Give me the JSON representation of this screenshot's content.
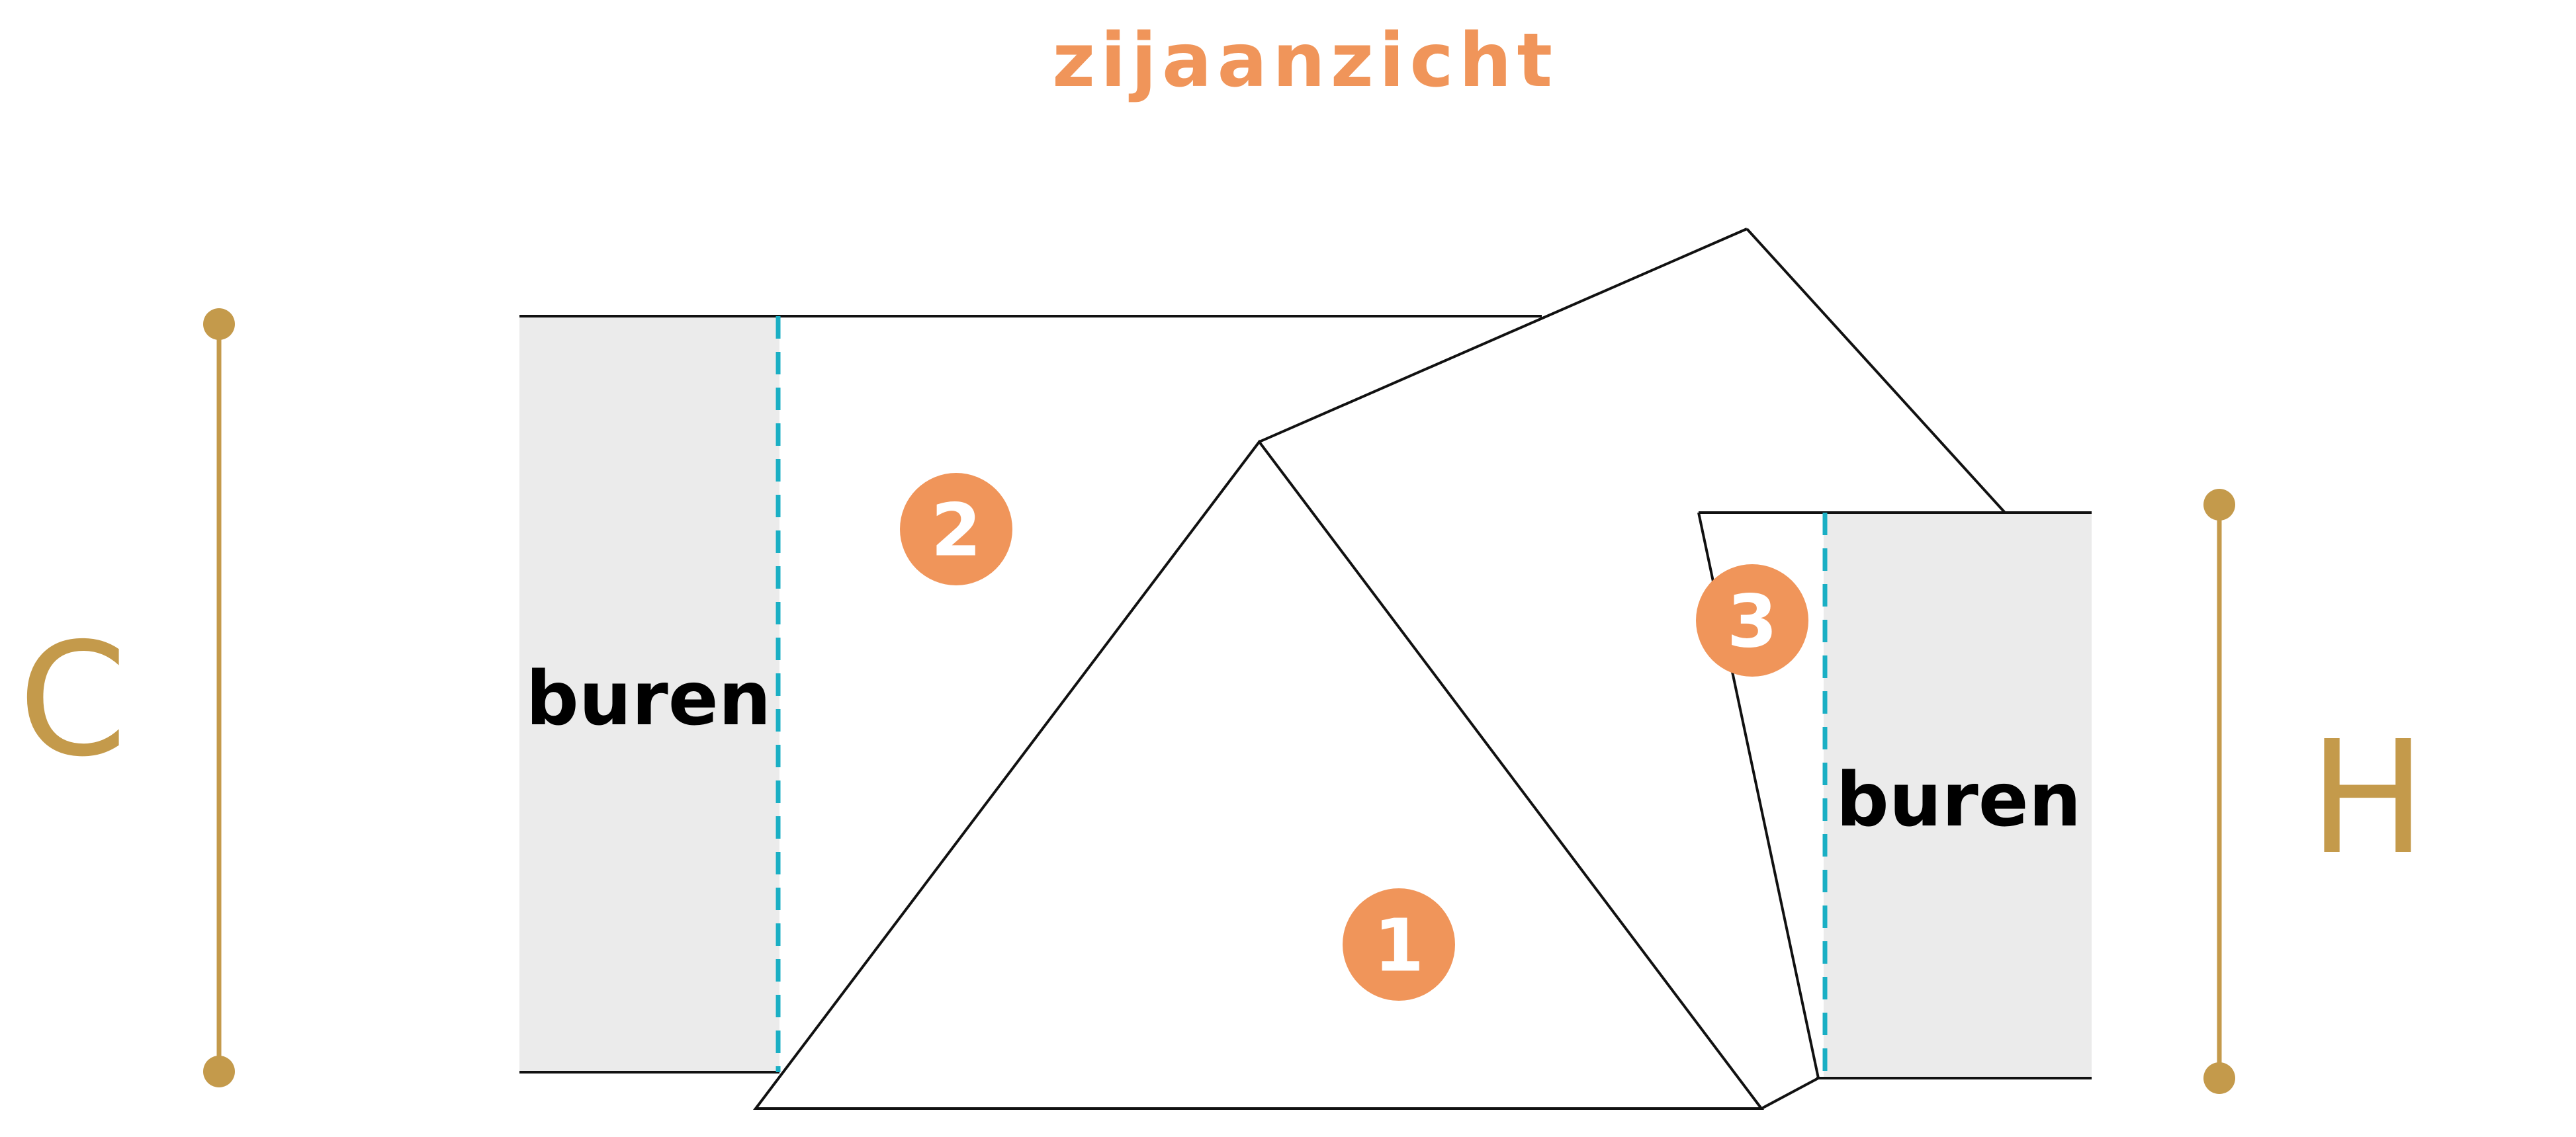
{
  "title": "zijaanzicht",
  "left_neighbor": {
    "label": "buren"
  },
  "right_neighbor": {
    "label": "buren"
  },
  "markers": [
    {
      "number": "1"
    },
    {
      "number": "2"
    },
    {
      "number": "3"
    }
  ],
  "dimensions": {
    "left": {
      "label": "C"
    },
    "right": {
      "label": "H"
    }
  },
  "colors": {
    "accent_orange": "#F0955A",
    "dimension_gold": "#C49A4B",
    "boundary_teal": "#1AAFC4",
    "neighbor_fill": "#EBEBEB",
    "outline": "#111111"
  }
}
